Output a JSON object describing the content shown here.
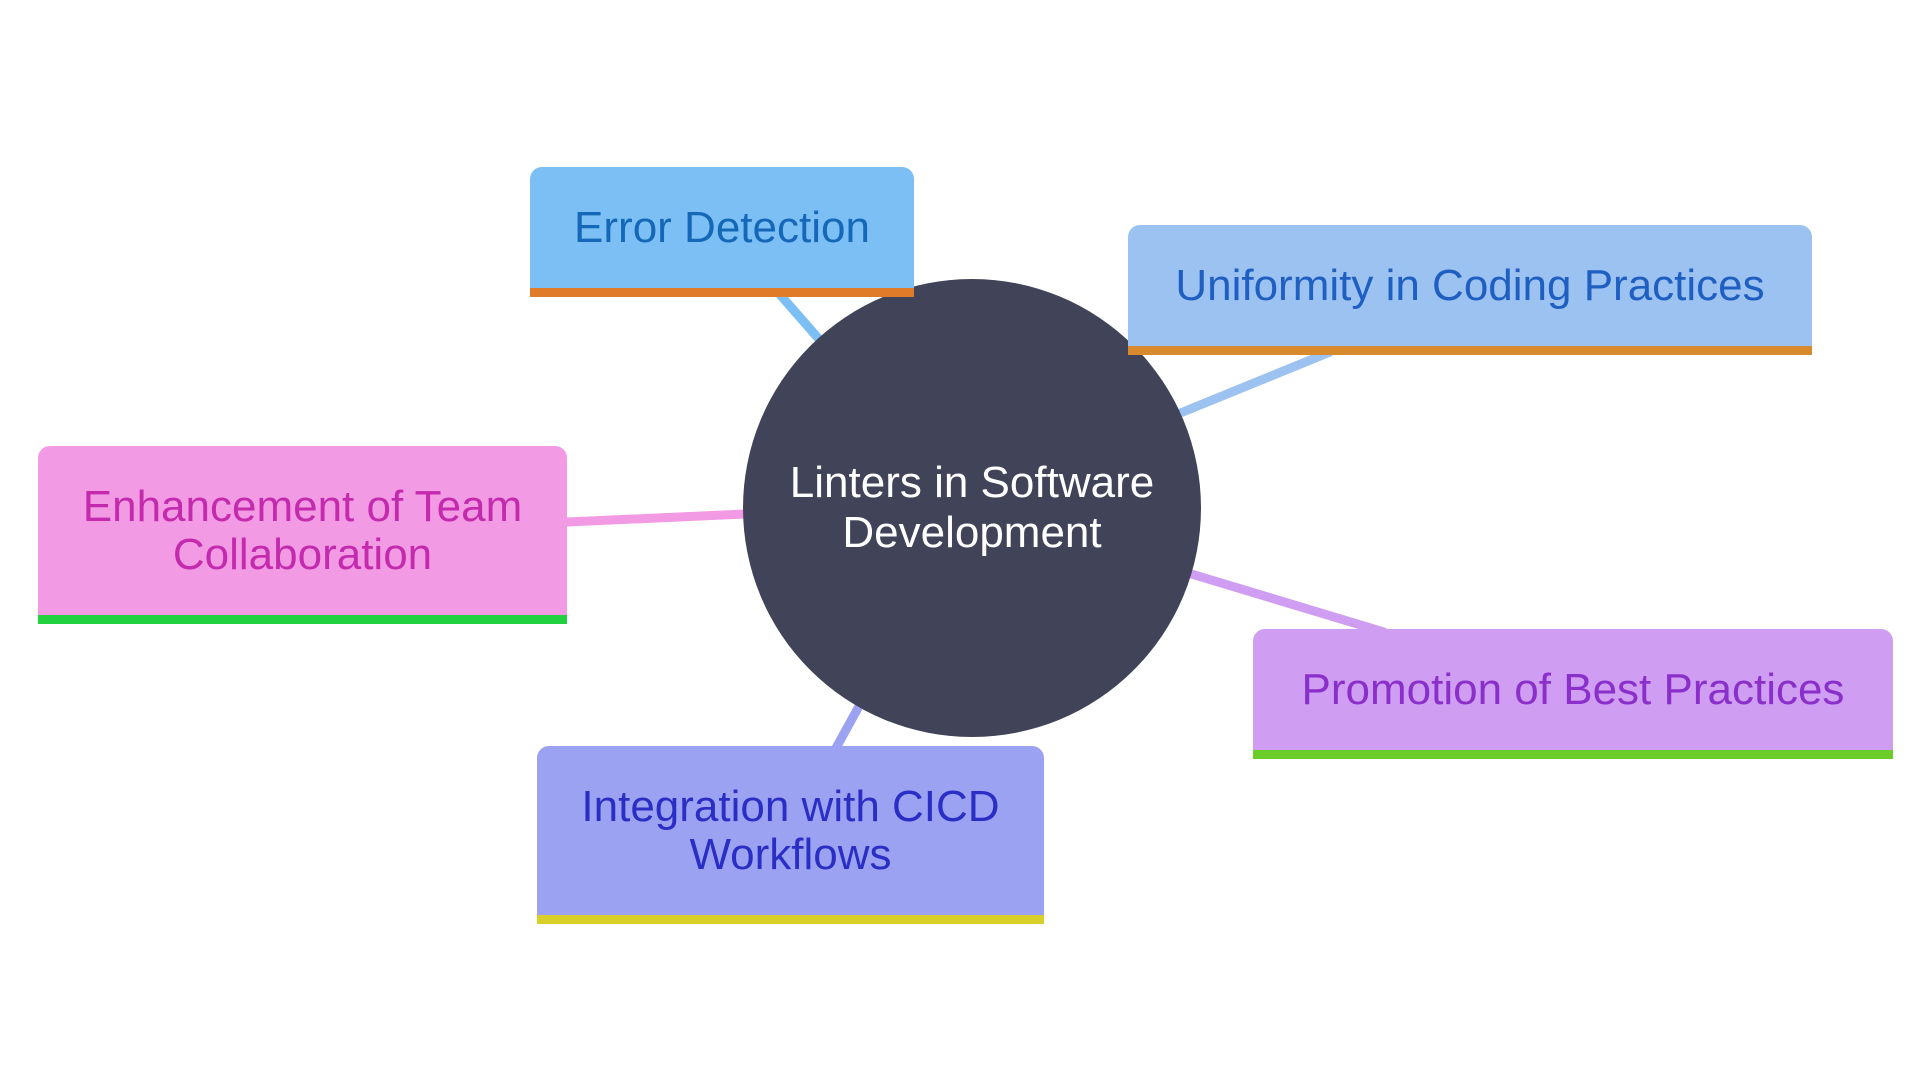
{
  "diagram": {
    "root": {
      "label_line1": "Linters in Software",
      "label_line2": "Development",
      "fill": "#414459",
      "text_color": "#ffffff"
    },
    "nodes": [
      {
        "id": "error",
        "label_line1": "Error Detection",
        "label_line2": "",
        "fill": "#7bbff5",
        "text_color": "#1568b8",
        "bar_color": "#e07b2a",
        "edge_color": "#7bbff5"
      },
      {
        "id": "uniformity",
        "label_line1": "Uniformity in Coding Practices",
        "label_line2": "",
        "fill": "#9bc2f0",
        "text_color": "#1f5fc2",
        "bar_color": "#d98a2e",
        "edge_color": "#9bc2f0"
      },
      {
        "id": "team",
        "label_line1": "Enhancement of Team",
        "label_line2": "Collaboration",
        "fill": "#f39ae5",
        "text_color": "#c42aad",
        "bar_color": "#22d13f",
        "edge_color": "#f39ae5"
      },
      {
        "id": "best",
        "label_line1": "Promotion of Best Practices",
        "label_line2": "",
        "fill": "#cf9df2",
        "text_color": "#8a2fc9",
        "bar_color": "#6acd2a",
        "edge_color": "#cf9df2"
      },
      {
        "id": "cicd",
        "label_line1": "Integration with CICD",
        "label_line2": "Workflows",
        "fill": "#9ca2f2",
        "text_color": "#2a2ec4",
        "bar_color": "#d8cf2a",
        "edge_color": "#9ca2f2"
      }
    ]
  }
}
